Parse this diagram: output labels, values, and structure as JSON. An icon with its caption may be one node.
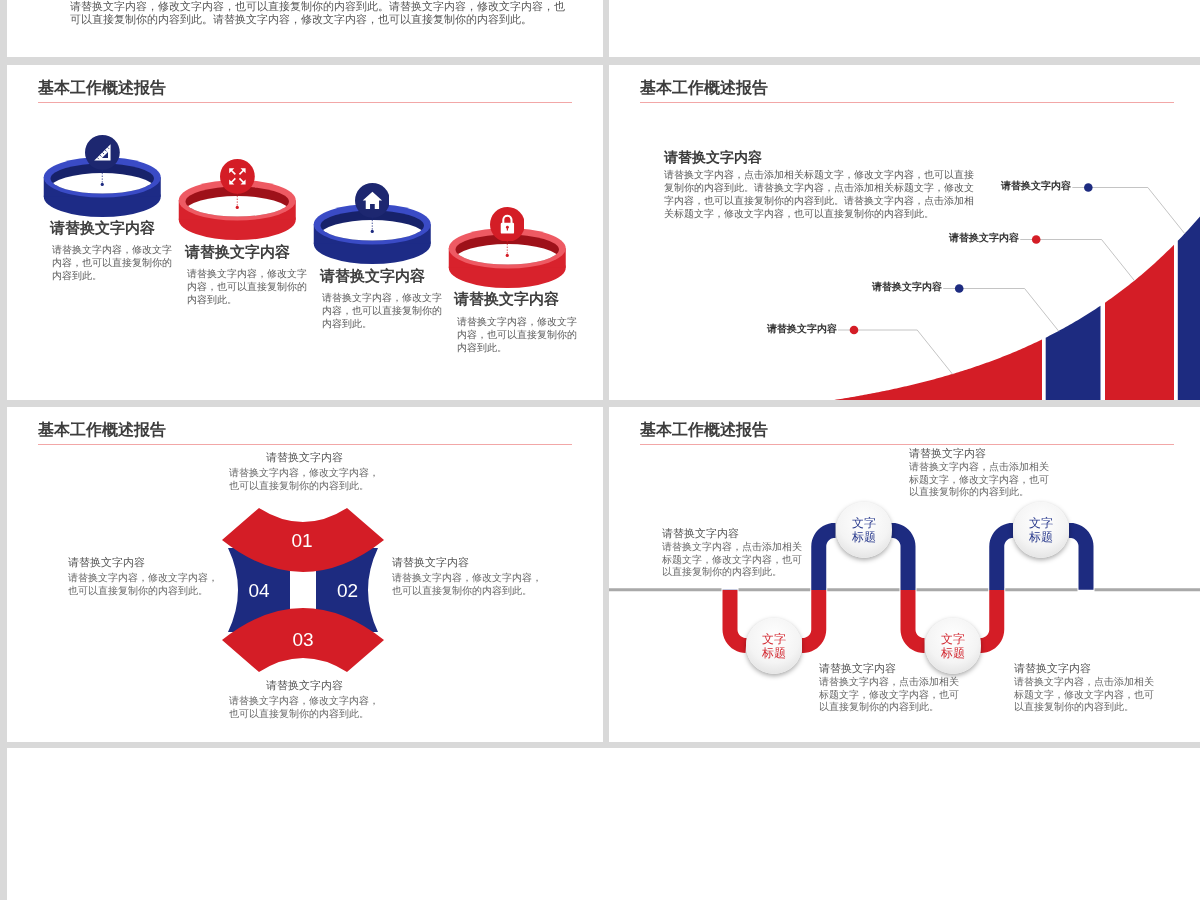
{
  "diagram": {
    "nodes": [
      {
        "text": [
          "请替换文字内容，修改文字内容，也可以直接复制你的内容到此。请替换文字内容，修改文字内容，也可以直接复制你的内容到此。请替换文字内容，修改文字内容，也可以直接复制你的内容到此。"
        ]
      },
      {
        "text": [],
        "shape": "box"
      },
      {
        "text": [
          "基本工作概述报告"
        ]
      },
      {
        "text": [
          "请替换文字内容",
          "请替换文字内容，修改文字内容，也可以直接复制你的内容到此。"
        ],
        "in": 2
      },
      {
        "text": [
          "请替换文字内容",
          "请替换文字内容，修改文字内容，也可以直接复制你的内容到此。"
        ],
        "in": 2
      },
      {
        "text": [
          "请替换文字内容",
          "请替换文字内容，修改文字内容，也可以直接复制你的内容到此。"
        ],
        "in": 2
      },
      {
        "text": [
          "请替换文字内容",
          "请替换文字内容，修改文字内容，也可以直接复制你的内容到此。"
        ],
        "in": 2
      },
      {
        "text": [
          "基本工作概述报告"
        ]
      },
      {
        "text": [
          "请替换文字内容"
        ],
        "in": 7
      },
      {
        "text": [
          "请替换文字内容"
        ],
        "in": 7
      },
      {
        "text": [
          "请替换文字内容"
        ],
        "in": 7
      },
      {
        "text": [
          "请替换文字内容"
        ],
        "in": 7
      },
      {
        "text": [],
        "shape": "bar",
        "in": 7
      },
      {
        "text": [],
        "shape": "bar",
        "in": 7
      },
      {
        "text": [],
        "shape": "bar",
        "in": 7
      },
      {
        "text": [],
        "shape": "bar",
        "in": 7
      },
      {
        "text": [
          "基本工作概述报告"
        ]
      },
      {
        "text": [
          "01"
        ],
        "in": 16,
        "beside": [
          "请替换文字内容",
          "请替换文字内容，修改文字内容，也可以直接复制你的内容到此。"
        ]
      },
      {
        "text": [
          "04"
        ],
        "in": 16,
        "beside": [
          "请替换文字内容",
          "请替换文字内容，修改文字内容，也可以直接复制你的内容到此。"
        ]
      },
      {
        "text": [
          "02"
        ],
        "in": 16,
        "beside": [
          "请替换文字内容",
          "请替换文字内容，修改文字内容，也可以直接复制你的内容到此。"
        ]
      },
      {
        "text": [
          "03"
        ],
        "in": 16,
        "beside": [
          "请替换文字内容",
          "请替换文字内容，修改文字内容，也可以直接复制你的内容到此。"
        ]
      },
      {
        "text": [
          "基本工作概述报告"
        ]
      },
      {
        "text": [
          "文字标题"
        ],
        "in": 21
      },
      {
        "text": [
          "文字标题"
        ],
        "in": 21
      },
      {
        "text": [
          "文字标题"
        ],
        "in": 21
      },
      {
        "text": [
          "文字标题"
        ],
        "in": 21
      },
      {
        "text": [],
        "shape": "box"
      }
    ],
    "edges": [
      {
        "from": 8,
        "to": 15,
        "arrow": "other"
      },
      {
        "from": 9,
        "to": 14,
        "arrow": "other"
      },
      {
        "from": 10,
        "to": 13,
        "arrow": "other"
      },
      {
        "from": 11,
        "to": 12,
        "arrow": "other"
      },
      {
        "from": null,
        "to": 24,
        "arrow": "none",
        "style": "thick"
      },
      {
        "from": 24,
        "to": 22,
        "arrow": "none",
        "style": "thick"
      },
      {
        "from": 22,
        "to": 25,
        "arrow": "none",
        "style": "thick"
      },
      {
        "from": 25,
        "to": 23,
        "arrow": "none",
        "style": "thick"
      },
      {
        "from": 23,
        "to": null,
        "arrow": "none",
        "style": "thick"
      }
    ],
    "labels": [
      "请替换文字内容",
      "请替换文字内容，点击添加相关标题文字，修改文字内容，也可以直接复制你的内容到此。请替换文字内容，点击添加相关标题文字，修改文字内容，也可以直接复制你的内容到此。请替换文字内容，点击添加相关标题文字，修改文字内容，也可以直接复制你的内容到此。",
      "请替换文字内容",
      "请替换文字内容，点击添加相关标题文字，修改文字内容，也可以直接复制你的内容到此。",
      "请替换文字内容",
      "请替换文字内容，点击添加相关标题文字，修改文字内容，也可以直接复制你的内容到此。",
      "请替换文字内容",
      "请替换文字内容，点击添加相关标题文字，修改文字内容，也可以直接复制你的内容到此。",
      "请替换文字内容",
      "请替换文字内容，点击添加相关标题文字，修改文字内容，也可以直接复制你的内容到此。"
    ]
  }
}
